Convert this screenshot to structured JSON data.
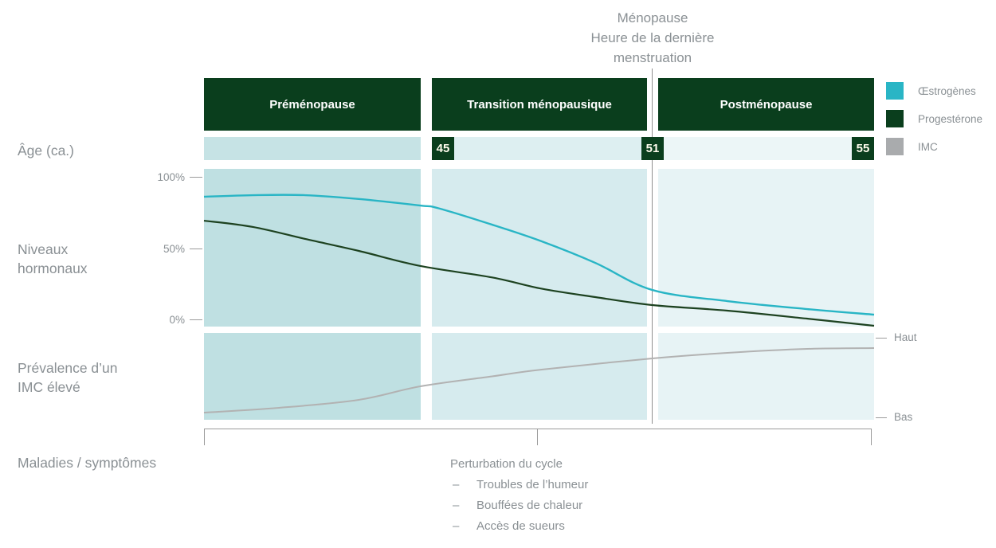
{
  "title": {
    "lines": [
      "Ménopause",
      "Heure de la dernière",
      "menstruation"
    ]
  },
  "phases": [
    {
      "label": "Préménopause"
    },
    {
      "label": "Transition ménopausique"
    },
    {
      "label": "Postménopause"
    }
  ],
  "age_row": {
    "label": "Âge (ca.)",
    "markers": [
      "45",
      "51",
      "55"
    ]
  },
  "axis": {
    "y_ticks": [
      "100%",
      "50%",
      "0%"
    ],
    "imc_high": "Haut",
    "imc_low": "Bas"
  },
  "row_labels": {
    "hormones": [
      "Niveaux",
      "hormonaux"
    ],
    "imc": [
      "Prévalence d’un",
      "IMC élevé"
    ],
    "symptoms": "Maladies / symptômes"
  },
  "legend": [
    {
      "label": "Œstrogènes",
      "color": "#29b5c5"
    },
    {
      "label": "Progestérone",
      "color": "#0a3e1d"
    },
    {
      "label": "IMC",
      "color": "#a9abad"
    }
  ],
  "symptoms": {
    "heading": "Perturbation du cycle",
    "bullet": "–",
    "items": [
      "Troubles de l’humeur",
      "Bouffées de chaleur",
      "Accès de sueurs"
    ]
  },
  "colors": {
    "dark_green": "#0a3e1d",
    "teal": "#29b5c5",
    "gray_line": "#b2b2b2",
    "panel_col1": "#bfe0e2",
    "panel_col2": "#d6ebee",
    "panel_col3": "#e7f3f5",
    "age_col1": "#c6e3e5",
    "age_col2": "#ddeff1",
    "age_col3": "#ecf6f7",
    "text_gray": "#8a9094",
    "tick_gray": "#9b9b9b",
    "vline_gray": "#8f8f8f",
    "marker_text": "#fffdee"
  },
  "chart_data": {
    "type": "line",
    "title": "Ménopause – Heure de la dernière menstruation",
    "x_axis": {
      "label": "Âge (ca.)",
      "age_markers": [
        45,
        51,
        55
      ],
      "phases": [
        "Préménopause",
        "Transition ménopausique",
        "Postménopause"
      ],
      "menopause_line_at_age": 51
    },
    "panels": [
      {
        "name": "hormone_levels",
        "ylabel": "Niveaux hormonaux",
        "y_ticks_pct": [
          100,
          50,
          0
        ]
      },
      {
        "name": "imc_prevalence",
        "ylabel": "Prévalence d’un IMC élevé",
        "scale_labels": [
          "Bas",
          "Haut"
        ]
      }
    ],
    "series": [
      {
        "id": "oestrogenes",
        "name": "Œstrogènes",
        "axis": "hormone",
        "color": "#29b5c5",
        "width": 2.4,
        "points": [
          [
            0,
            86.6
          ],
          [
            0.073,
            87.7
          ],
          [
            0.151,
            87.7
          ],
          [
            0.231,
            85.0
          ],
          [
            0.323,
            80.4
          ],
          [
            0.35,
            78.5
          ],
          [
            0.43,
            67.0
          ],
          [
            0.504,
            55.3
          ],
          [
            0.584,
            40.2
          ],
          [
            0.669,
            21.2
          ],
          [
            0.781,
            13.4
          ],
          [
            0.9,
            7.8
          ],
          [
            1,
            3.9
          ]
        ]
      },
      {
        "id": "progesterone",
        "name": "Progestérone",
        "axis": "hormone",
        "color": "#1d4220",
        "width": 2.2,
        "points": [
          [
            0,
            69.8
          ],
          [
            0.073,
            65.4
          ],
          [
            0.151,
            57.0
          ],
          [
            0.231,
            48.6
          ],
          [
            0.323,
            38.0
          ],
          [
            0.43,
            30.0
          ],
          [
            0.504,
            22.1
          ],
          [
            0.584,
            16.2
          ],
          [
            0.669,
            10.6
          ],
          [
            0.781,
            6.7
          ],
          [
            0.9,
            1.1
          ],
          [
            1,
            -3.9
          ]
        ]
      },
      {
        "id": "imc",
        "name": "IMC",
        "axis": "imc",
        "color": "#b2b2b2",
        "width": 2,
        "points": [
          [
            0,
            6.9
          ],
          [
            0.112,
            12.9
          ],
          [
            0.231,
            22.8
          ],
          [
            0.323,
            39.6
          ],
          [
            0.43,
            52.0
          ],
          [
            0.504,
            60.4
          ],
          [
            0.669,
            74.3
          ],
          [
            0.781,
            81.2
          ],
          [
            0.9,
            86.1
          ],
          [
            1,
            87.1
          ]
        ]
      }
    ],
    "annotations": {
      "menopause_label": [
        "Ménopause",
        "Heure de la dernière",
        "menstruation"
      ],
      "symptom_group": [
        "Perturbation du cycle",
        "Troubles de l’humeur",
        "Bouffées de chaleur",
        "Accès de sueurs"
      ]
    }
  }
}
